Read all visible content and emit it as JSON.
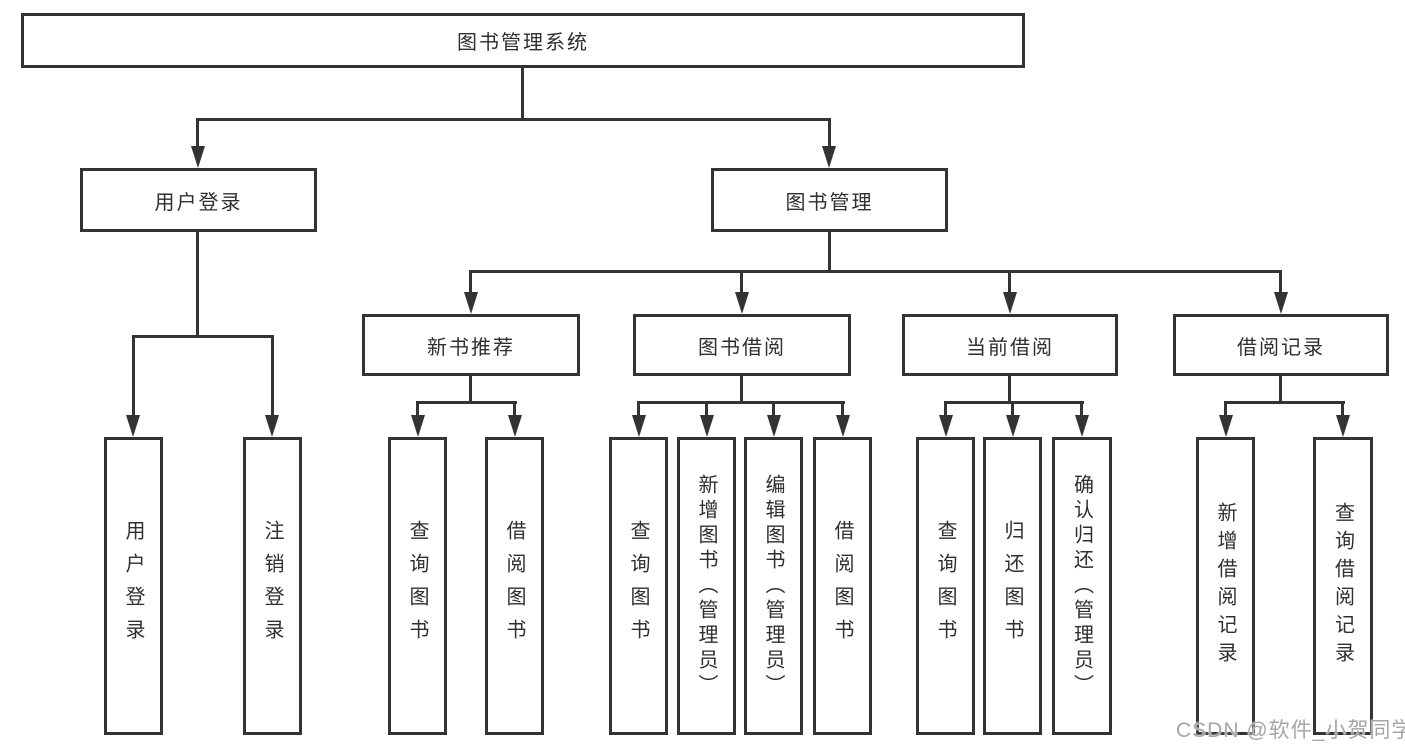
{
  "diagram_title": "图书管理系统",
  "tree": {
    "root": {
      "label": "图书管理系统"
    },
    "branches": [
      {
        "label": "用户登录",
        "children": [
          {
            "label": "用户登录"
          },
          {
            "label": "注销登录"
          }
        ]
      },
      {
        "label": "图书管理",
        "children": [
          {
            "label": "新书推荐",
            "children": [
              {
                "label": "查询图书"
              },
              {
                "label": "借阅图书"
              }
            ]
          },
          {
            "label": "图书借阅",
            "children": [
              {
                "label": "查询图书"
              },
              {
                "label": "新增图书（管理员）"
              },
              {
                "label": "编辑图书（管理员）"
              },
              {
                "label": "借阅图书"
              }
            ]
          },
          {
            "label": "当前借阅",
            "children": [
              {
                "label": "查询图书"
              },
              {
                "label": "归还图书"
              },
              {
                "label": "确认归还（管理员）"
              }
            ]
          },
          {
            "label": "借阅记录",
            "children": [
              {
                "label": "新增借阅记录"
              },
              {
                "label": "查询借阅记录"
              }
            ]
          }
        ]
      }
    ]
  },
  "watermark": {
    "text": "CSDN @软件_小贺同学"
  },
  "colors": {
    "line": "#333333",
    "text": "#2f2f2f",
    "background": "#ffffff",
    "watermark": "#a6a6a6"
  }
}
